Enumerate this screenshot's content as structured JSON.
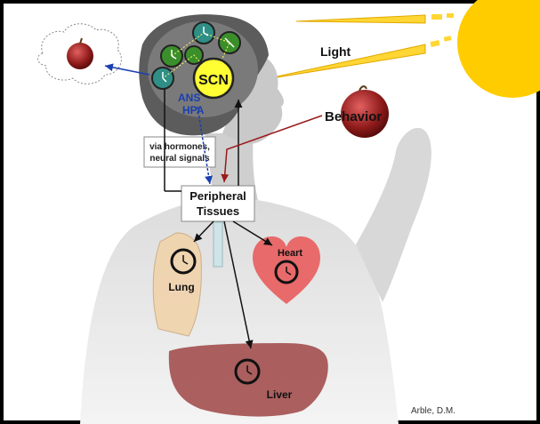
{
  "labels": {
    "light": "Light",
    "scn": "SCN",
    "ans": "ANS",
    "hpa": "HPA",
    "behavior": "Behavior",
    "via_line1": "via hormones,",
    "via_line2": "neural signals",
    "peripheral_line1": "Peripheral",
    "peripheral_line2": "Tissues",
    "lung": "Lung",
    "heart": "Heart",
    "liver": "Liver",
    "credit": "Arble, D.M."
  },
  "colors": {
    "background": "#000000",
    "panel": "#ffffff",
    "sun": "#ffcc00",
    "scn": "#ffff33",
    "brain": "#6f6f6f",
    "nucleus_teal": "#2f8f86",
    "nucleus_green": "#3b8f2b",
    "heart": "#e86a6a",
    "lung": "#f2d2a8",
    "liver": "#a04a4a",
    "arrow_blue": "#1a3fb0",
    "arrow_red": "#9a1a1a",
    "text_blue": "#1a3fb0"
  },
  "icons": [
    "sun-icon",
    "apple-thought-icon",
    "apple-in-hand-icon",
    "clock-icon",
    "heart-shape",
    "lung-shape",
    "liver-shape",
    "brain-shape"
  ]
}
